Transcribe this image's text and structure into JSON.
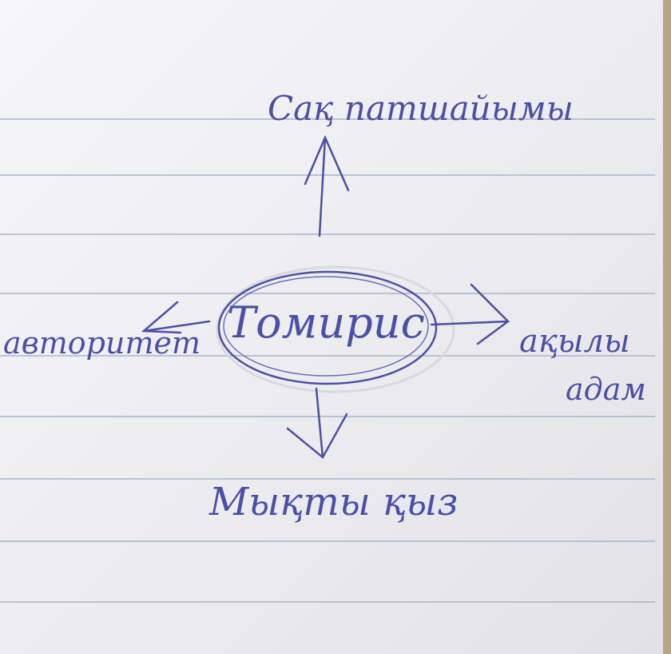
{
  "diagram": {
    "center": "Томирис",
    "top": "Сақ патшайымы",
    "left": "авторитет",
    "right_line1": "ақылы",
    "right_line2": "адам",
    "bottom": "Мықты қыз"
  },
  "colors": {
    "ink": "#4a4fa8",
    "paper": "#f1f1f4",
    "rule": "#a7b3cc",
    "background": "#b7a48a"
  }
}
